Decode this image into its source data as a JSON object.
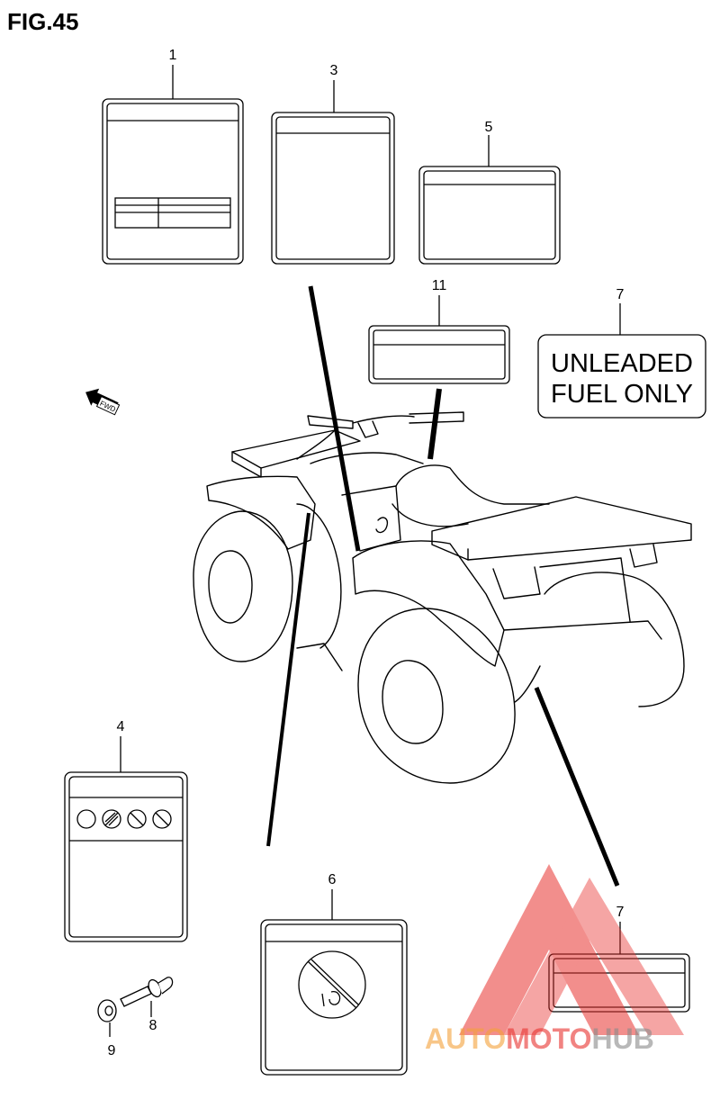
{
  "figure": {
    "title": "FIG.45"
  },
  "callouts": {
    "c1": "1",
    "c3": "3",
    "c5": "5",
    "c11": "11",
    "c7a": "7",
    "c7b": "7",
    "c4": "4",
    "c6": "6",
    "c8": "8",
    "c9": "9"
  },
  "labels": {
    "unleaded_line1": "UNLEADED",
    "unleaded_line2": "FUEL ONLY",
    "fwd": "FWD"
  },
  "watermark": {
    "part1": "AUTO",
    "part2": "MOTO",
    "part3": "HUB",
    "colors": {
      "accent": "#f4a13a",
      "red": "#e8322f",
      "gray": "#8a8a8a"
    }
  }
}
